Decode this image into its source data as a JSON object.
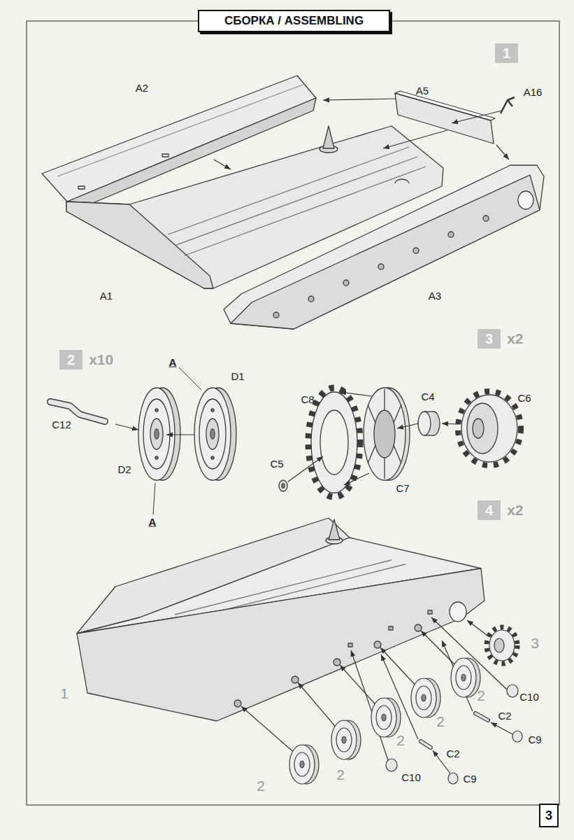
{
  "diagram": {
    "title": "СБОРКА / ASSEMBLING",
    "nodes": [
      {
        "text": [
          "1"
        ]
      },
      {
        "text": [
          "2",
          "x10"
        ]
      },
      {
        "text": [
          "3",
          "x2"
        ]
      },
      {
        "text": [
          "4",
          "x2"
        ]
      },
      {
        "text": [
          "3"
        ]
      }
    ],
    "labels": [
      "A2",
      "A5",
      "A16",
      "A1",
      "A3",
      "A",
      "D1",
      "C8",
      "C4",
      "C6",
      "C12",
      "C5",
      "D2",
      "C7",
      "A",
      "3",
      "1",
      "2",
      "C10",
      "2",
      "C2",
      "C9",
      "2",
      "C2",
      "C9",
      "2",
      "C10",
      "2"
    ]
  }
}
